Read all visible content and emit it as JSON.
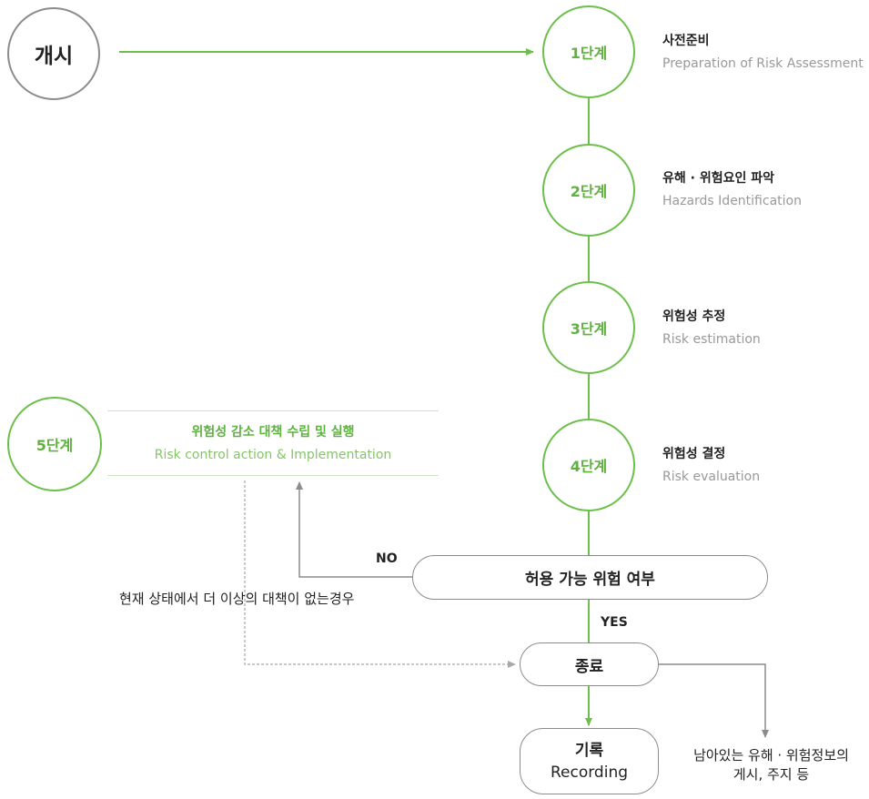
{
  "start": {
    "label": "개시"
  },
  "steps": [
    {
      "label": "1단계",
      "title": "사전준비",
      "subtitle": "Preparation of Risk Assessment"
    },
    {
      "label": "2단계",
      "title": "유해 · 위험요인 파악",
      "subtitle": "Hazards Identification"
    },
    {
      "label": "3단계",
      "title": "위험성 추정",
      "subtitle": "Risk estimation"
    },
    {
      "label": "4단계",
      "title": "위험성 결정",
      "subtitle": "Risk evaluation"
    },
    {
      "label": "5단계",
      "title": "위험성 감소 대책 수립 및 실행",
      "subtitle": "Risk control action & Implementation"
    }
  ],
  "decision": {
    "label": "허용 가능 위험 여부"
  },
  "labels": {
    "no": "NO",
    "yes": "YES",
    "no_more_measures": "현재 상태에서 더 이상의 대책이 없는경우",
    "remaining_line1": "남아있는 유해 · 위험정보의",
    "remaining_line2": "게시, 주지 등"
  },
  "end": {
    "label": "종료"
  },
  "record": {
    "title": "기록",
    "subtitle": "Recording"
  },
  "colors": {
    "green": "#6dbf4b",
    "gray": "#8c8c8c",
    "dotted": "#a8a8a8"
  }
}
